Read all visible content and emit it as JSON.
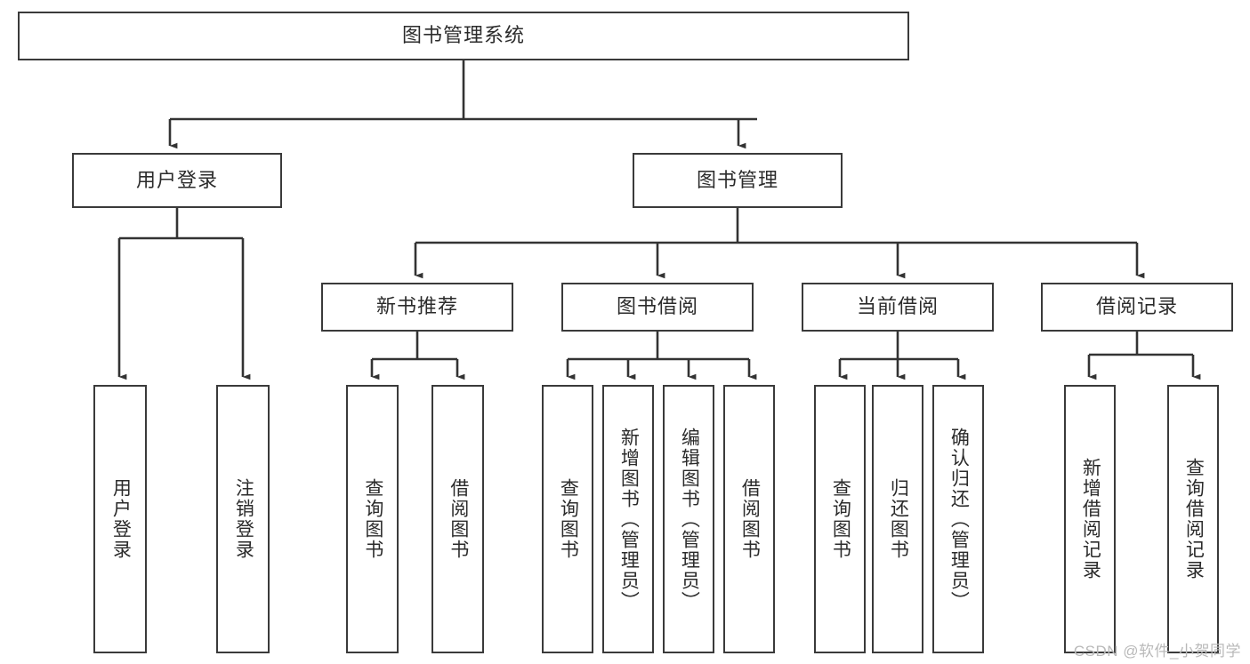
{
  "diagram": {
    "title": "图书管理系统",
    "watermark": "CSDN @软件_小贺同学",
    "colors": {
      "box_border": "#3a3a3a",
      "box_fill": "#ffffff",
      "connector": "#333333",
      "text": "#2b2b2b",
      "watermark": "#b9b9b9",
      "background": "#ffffff"
    },
    "nodes": {
      "root": {
        "label": "图书管理系统"
      },
      "level1": [
        {
          "id": "user-login",
          "label": "用户登录"
        },
        {
          "id": "book-manage",
          "label": "图书管理"
        }
      ],
      "level2": [
        {
          "id": "new-book-recommend",
          "label": "新书推荐"
        },
        {
          "id": "book-borrow",
          "label": "图书借阅"
        },
        {
          "id": "current-borrow",
          "label": "当前借阅"
        },
        {
          "id": "borrow-record",
          "label": "借阅记录"
        }
      ],
      "leaves": {
        "user-login": [
          {
            "id": "leaf-user-login",
            "label": "用户登录"
          },
          {
            "id": "leaf-logout-login",
            "label": "注销登录"
          }
        ],
        "new-book-recommend": [
          {
            "id": "leaf-query-book-1",
            "label": "查询图书"
          },
          {
            "id": "leaf-borrow-book-1",
            "label": "借阅图书"
          }
        ],
        "book-borrow": [
          {
            "id": "leaf-query-book-2",
            "label": "查询图书"
          },
          {
            "id": "leaf-add-book-admin",
            "label": "新增图书（管理员）"
          },
          {
            "id": "leaf-edit-book-admin",
            "label": "编辑图书（管理员）"
          },
          {
            "id": "leaf-borrow-book-2",
            "label": "借阅图书"
          }
        ],
        "current-borrow": [
          {
            "id": "leaf-query-book-3",
            "label": "查询图书"
          },
          {
            "id": "leaf-return-book",
            "label": "归还图书"
          },
          {
            "id": "leaf-confirm-return-admin",
            "label": "确认归还（管理员）"
          }
        ],
        "borrow-record": [
          {
            "id": "leaf-add-borrow-record",
            "label": "新增借阅记录"
          },
          {
            "id": "leaf-query-borrow-record",
            "label": "查询借阅记录"
          }
        ]
      }
    }
  }
}
